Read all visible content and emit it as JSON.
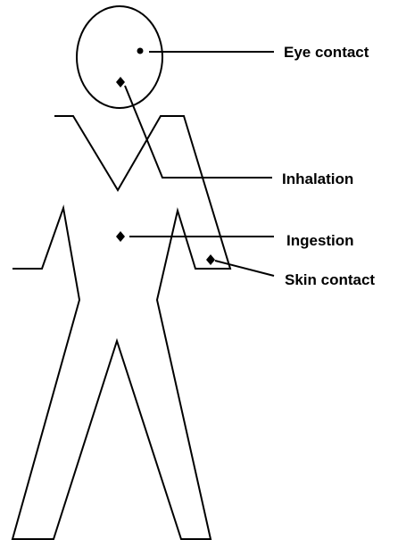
{
  "labels": {
    "eye_contact": "Eye contact",
    "inhalation": "Inhalation",
    "ingestion": "Ingestion",
    "skin_contact": "Skin contact"
  },
  "colors": {
    "line": "#000000",
    "background": "#ffffff"
  }
}
